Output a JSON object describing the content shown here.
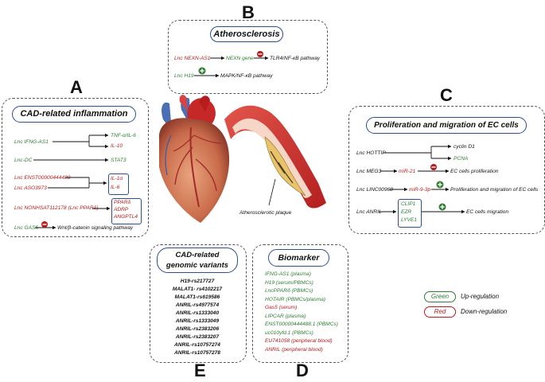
{
  "labels": {
    "A": "A",
    "B": "B",
    "C": "C",
    "D": "D",
    "E": "E"
  },
  "panel_a": {
    "title": "CAD-related inflammation",
    "ifng_as1": "Lnc IFNG-AS1",
    "tnf": "TNF-α/IL-6",
    "il10": "IL-10",
    "lnc_dc": "Lnc-DC",
    "stat3": "STAT3",
    "enst": "Lnc ENST00000444488",
    "aso": "Lnc ASO3973",
    "il1a": "IL-1α",
    "il6": "IL-6",
    "nonhsat": "Lnc NONHSAT112178 (Lnc PPARδ)",
    "ppard": "PPARδ",
    "adrp": "ADRP",
    "angptl4": "ANGPTL4",
    "gas5": "Lnc GAS5",
    "wnt": "Wnt/β-catenin signaling pathway"
  },
  "panel_b": {
    "title": "Atherosclerosis",
    "nexn_as1": "Lnc NEXN-AS1",
    "nexn_gene": "NEXN gene",
    "tlr4": "TLR4/NF-κB pathway",
    "h19": "Lnc H19",
    "mapk": "MAPK/NF-κB pathway"
  },
  "panel_c": {
    "title": "Proliferation and migration of EC cells",
    "hottip": "Lnc HOTTIP",
    "cyclin": "cyclin D1",
    "pcna": "PCNA",
    "meg3": "Lnc MEG3",
    "mir21": "miR-21",
    "ec_prolif": "EC cells proliferation",
    "linc": "Lnc LINC00968",
    "mir93p": "miR-9-3p",
    "prolif_mig": "Proliferation and migration of EC cells",
    "anril": "Lnc ANRIL",
    "clip1": "CLIP1",
    "ezr": "EZR",
    "lyve1": "LYVE1",
    "ec_mig": "EC cells migration"
  },
  "center": {
    "plaque_label": "Atherosclerotic plaque"
  },
  "panel_e": {
    "title_line1": "CAD-related",
    "title_line2": "genomic variants",
    "variants": [
      "H19-rs217727",
      "MALAT1- rs4102217",
      "MALAT1-rs619586",
      "ANRIL-rs4977574",
      "ANRIL-rs1333040",
      "ANRIL-rs1333049",
      "ANRIL-rs2383206",
      "ANRIL-rs2383207",
      "ANRIL-rs10757274",
      "ANRIL-rs10757278"
    ]
  },
  "panel_d": {
    "title": "Biomarker",
    "items": [
      {
        "text": "IFNG-AS1  (plasma)",
        "reg": "up"
      },
      {
        "text": "H19  (serum/PBMCs)",
        "reg": "up"
      },
      {
        "text": "LncPPARδ  (PBMCs)",
        "reg": "up"
      },
      {
        "text": "HOTAIR  (PBMCs/plasma)",
        "reg": "up"
      },
      {
        "text": "Gas5  (serum)",
        "reg": "down"
      },
      {
        "text": "LIPCAR  (plasma)",
        "reg": "up"
      },
      {
        "text": "ENST00000444488.1  (PBMCs)",
        "reg": "up"
      },
      {
        "text": "uc010yfd.1  (PBMCs)",
        "reg": "up"
      },
      {
        "text": "EU741058  (peripheral blood)",
        "reg": "down"
      },
      {
        "text": "ANRIL  (peripheral blood)",
        "reg": "down"
      }
    ]
  },
  "legend": {
    "green_label": "Green",
    "green_text": "Up-regulation",
    "red_label": "Red",
    "red_text": "Down-regulation"
  },
  "colors": {
    "up": "#2e7d32",
    "down": "#b71c1c",
    "border": "#2a4f8f"
  }
}
